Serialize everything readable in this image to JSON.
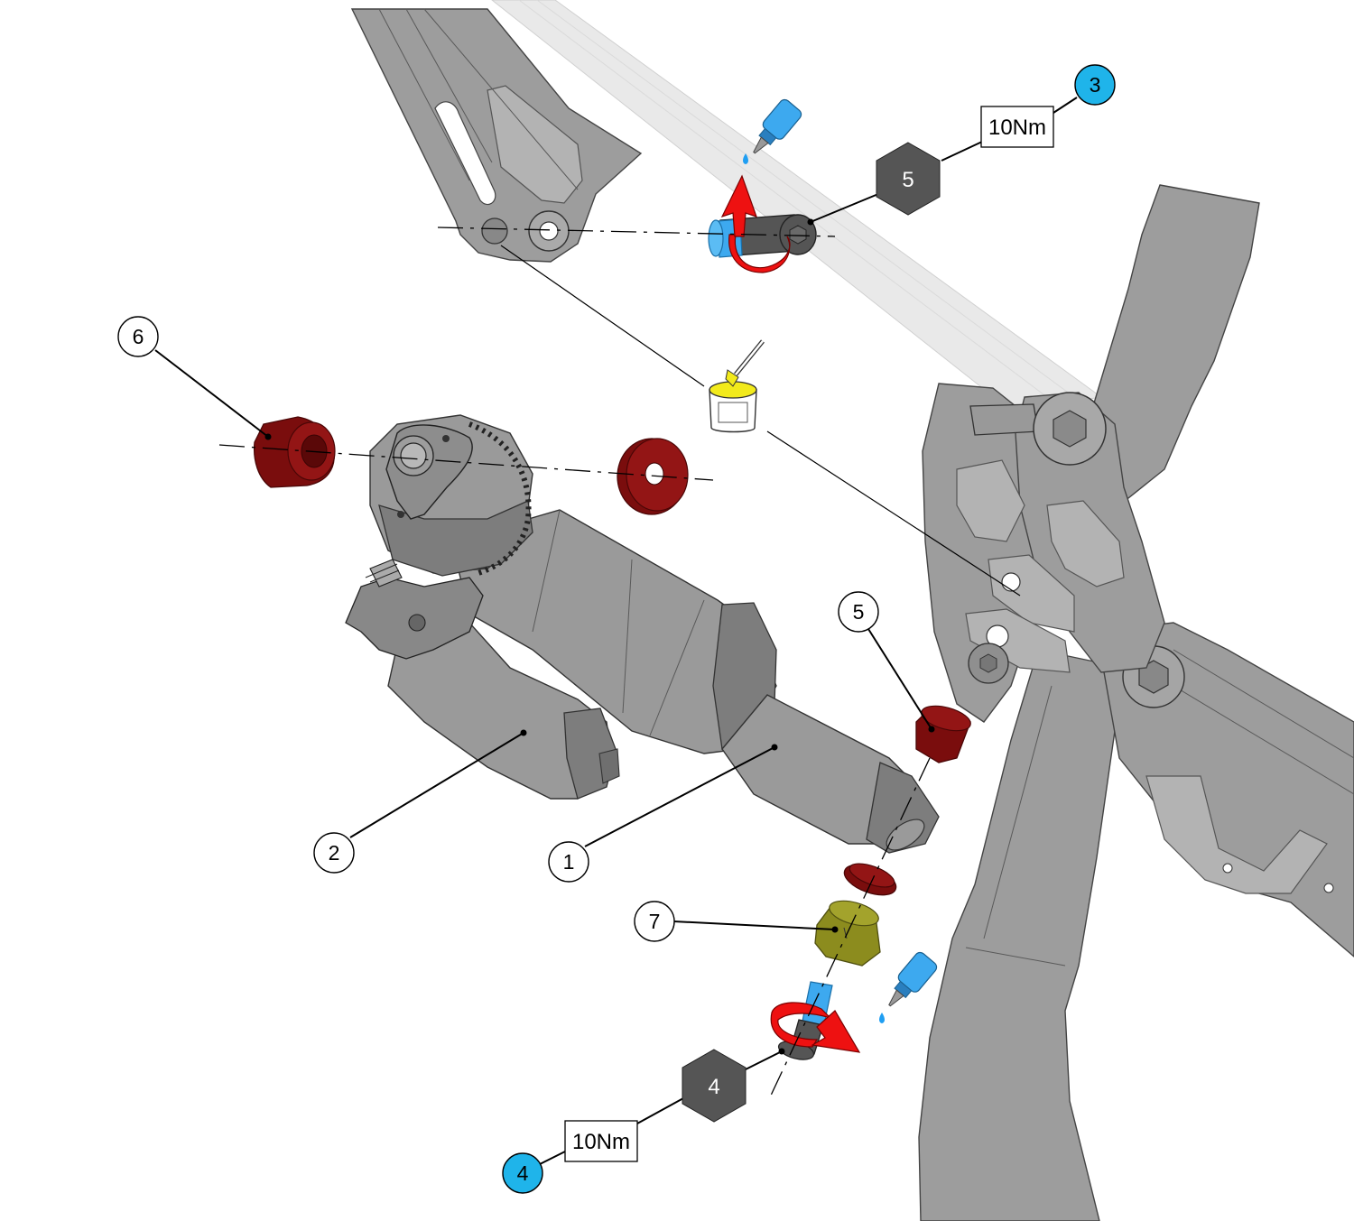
{
  "callouts": [
    {
      "id": "c1",
      "label": "1",
      "style": "white"
    },
    {
      "id": "c2",
      "label": "2",
      "style": "white"
    },
    {
      "id": "c3",
      "label": "3",
      "style": "blue"
    },
    {
      "id": "c4",
      "label": "4",
      "style": "blue"
    },
    {
      "id": "c5",
      "label": "5",
      "style": "white"
    },
    {
      "id": "c6",
      "label": "6",
      "style": "white"
    },
    {
      "id": "c7",
      "label": "7",
      "style": "white"
    }
  ],
  "tool_hexes": [
    {
      "id": "hex-top",
      "label": "5"
    },
    {
      "id": "hex-bottom",
      "label": "4"
    }
  ],
  "torque_labels": [
    {
      "id": "torque-top",
      "label": "10Nm"
    },
    {
      "id": "torque-bottom",
      "label": "10Nm"
    }
  ],
  "icons": {
    "threadlocker": "threadlocker-bottle-icon",
    "grease": "grease-pot-icon",
    "tighten": "tighten-arrow-icon"
  },
  "colors": {
    "callout_blue": "#1fb4ea",
    "hex_fill": "#555555",
    "bushing_red": "#7a0d0d",
    "spacer_olive": "#8c8c1e",
    "frame_grey": "#9d9d9d",
    "arrow_red": "#ee1111",
    "bolt_blue": "#3da9ef",
    "grease_yellow": "#f2ea1b"
  }
}
